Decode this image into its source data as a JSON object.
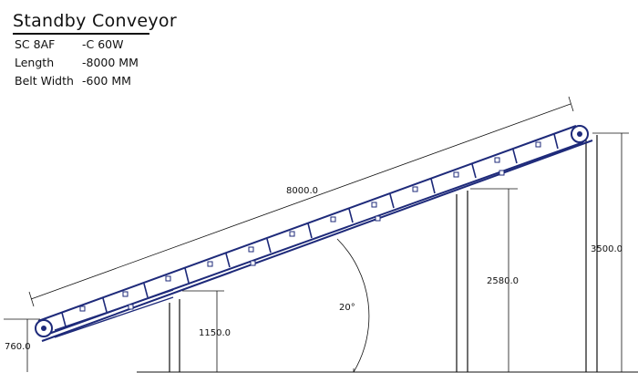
{
  "title": "Standby Conveyor",
  "specs": [
    {
      "label": "SC 8AF",
      "value": "-C 60W"
    },
    {
      "label": "Length",
      "value": "-8000 MM"
    },
    {
      "label": "Belt Width",
      "value": "-600 MM"
    }
  ],
  "dimensions": {
    "length": "8000.0",
    "low_end_height": "760.0",
    "support1_height": "1150.0",
    "support2_height": "2580.0",
    "high_end_height": "3500.0",
    "angle": "20°"
  },
  "colors": {
    "frame": "#1e2a7a",
    "lines": "#111111"
  }
}
